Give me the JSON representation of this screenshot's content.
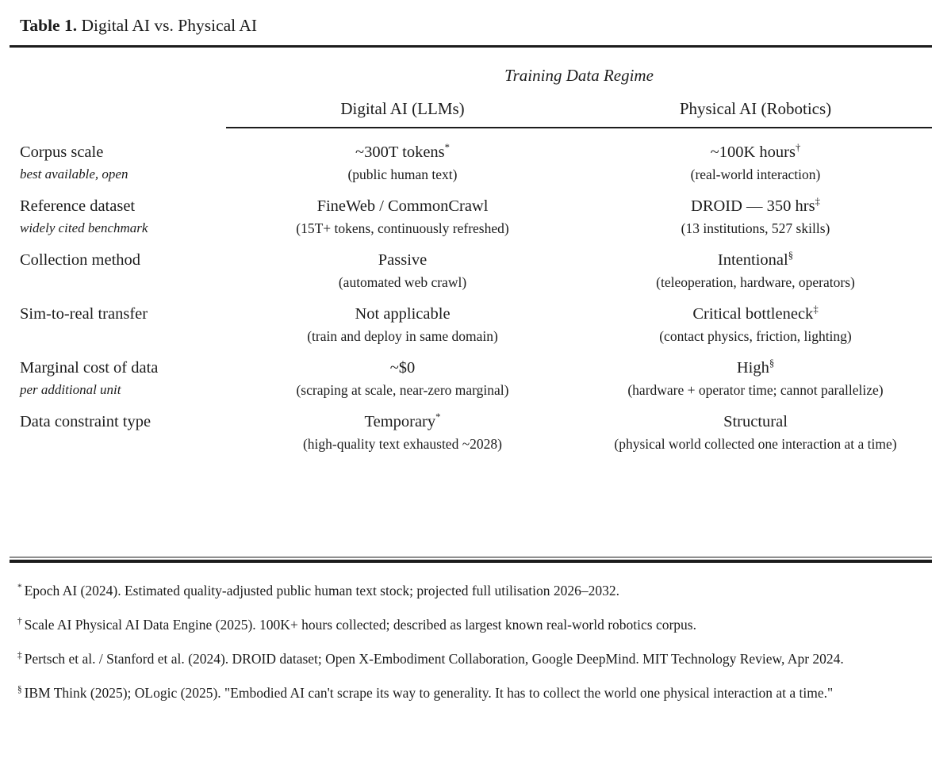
{
  "caption": {
    "label": "Table 1.",
    "text": "Digital AI vs. Physical AI"
  },
  "table": {
    "spanner_header": "Training Data Regime",
    "column_headers": [
      "Digital AI (LLMs)",
      "Physical AI (Robotics)"
    ],
    "rows": [
      {
        "label": "Corpus scale",
        "sublabel": "best available, open",
        "digital_main": "~300T tokens",
        "digital_mark": "*",
        "digital_sub": "(public human text)",
        "physical_main": "~100K hours",
        "physical_mark": "†",
        "physical_sub": "(real-world interaction)"
      },
      {
        "label": "Reference dataset",
        "sublabel": "widely cited benchmark",
        "digital_main": "FineWeb / CommonCrawl",
        "digital_mark": "",
        "digital_sub": "(15T+ tokens, continuously refreshed)",
        "physical_main": "DROID — 350 hrs",
        "physical_mark": "‡",
        "physical_sub": "(13 institutions, 527 skills)"
      },
      {
        "label": "Collection method",
        "sublabel": "",
        "digital_main": "Passive",
        "digital_mark": "",
        "digital_sub": "(automated web crawl)",
        "physical_main": "Intentional",
        "physical_mark": "§",
        "physical_sub": "(teleoperation, hardware, operators)"
      },
      {
        "label": "Sim-to-real transfer",
        "sublabel": "",
        "digital_main": "Not applicable",
        "digital_mark": "",
        "digital_sub": "(train and deploy in same domain)",
        "physical_main": "Critical bottleneck",
        "physical_mark": "‡",
        "physical_sub": "(contact physics, friction, lighting)"
      },
      {
        "label": "Marginal cost of data",
        "sublabel": "per additional unit",
        "digital_main": "~$0",
        "digital_mark": "",
        "digital_sub": "(scraping at scale, near-zero marginal)",
        "physical_main": "High",
        "physical_mark": "§",
        "physical_sub": "(hardware + operator time; cannot parallelize)"
      },
      {
        "label": "Data constraint type",
        "sublabel": "",
        "digital_main": "Temporary",
        "digital_mark": "*",
        "digital_sub": "(high-quality text exhausted ~2028)",
        "physical_main": "Structural",
        "physical_mark": "",
        "physical_sub": "(physical world collected one interaction at a time)"
      }
    ]
  },
  "footnotes": [
    {
      "mark": "*",
      "text": "Epoch AI (2024). Estimated quality-adjusted public human text stock; projected full utilisation 2026–2032."
    },
    {
      "mark": "†",
      "text": "Scale AI Physical AI Data Engine (2025). 100K+ hours collected; described as largest known real-world robotics corpus."
    },
    {
      "mark": "‡",
      "text": "Pertsch et al. / Stanford et al. (2024). DROID dataset; Open X-Embodiment Collaboration, Google DeepMind. MIT Technology Review, Apr 2024."
    },
    {
      "mark": "§",
      "text": "IBM Think (2025); OLogic (2025). \"Embodied AI can't scrape its way to generality. It has to collect the world one physical interaction at a time.\""
    }
  ],
  "colors": {
    "text": "#1c1c1c",
    "rule": "#1c1c1c",
    "background": "#ffffff"
  }
}
